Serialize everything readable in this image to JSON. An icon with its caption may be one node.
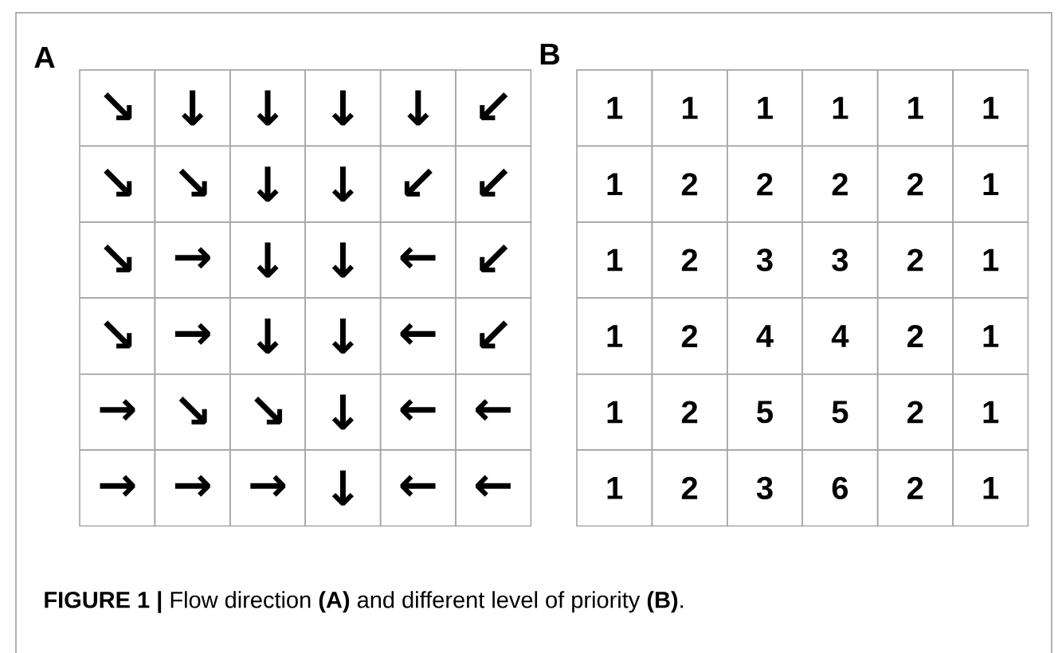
{
  "diagram": {
    "caption": "**FIGURE 1 |** Flow direction **(A)** and different level of priority **(B)**.",
    "labels": [
      "A",
      "↘",
      "↓",
      "↓",
      "↓",
      "↓",
      "↙",
      "↘",
      "↘",
      "↓",
      "↓",
      "↙",
      "↙",
      "↘",
      "→",
      "↓",
      "↓",
      "←",
      "↙",
      "↘",
      "→",
      "↓",
      "↓",
      "←",
      "↙",
      "→",
      "↘",
      "↘",
      "↓",
      "←",
      "←",
      "→",
      "→",
      "→",
      "↓",
      "←",
      "←",
      "B",
      "1",
      "1",
      "1",
      "1",
      "1",
      "1",
      "1",
      "2",
      "2",
      "2",
      "2",
      "1",
      "1",
      "2",
      "3",
      "3",
      "2",
      "1",
      "1",
      "2",
      "4",
      "4",
      "2",
      "1",
      "1",
      "2",
      "5",
      "5",
      "2",
      "1",
      "1",
      "2",
      "3",
      "6",
      "2",
      "1"
    ]
  }
}
